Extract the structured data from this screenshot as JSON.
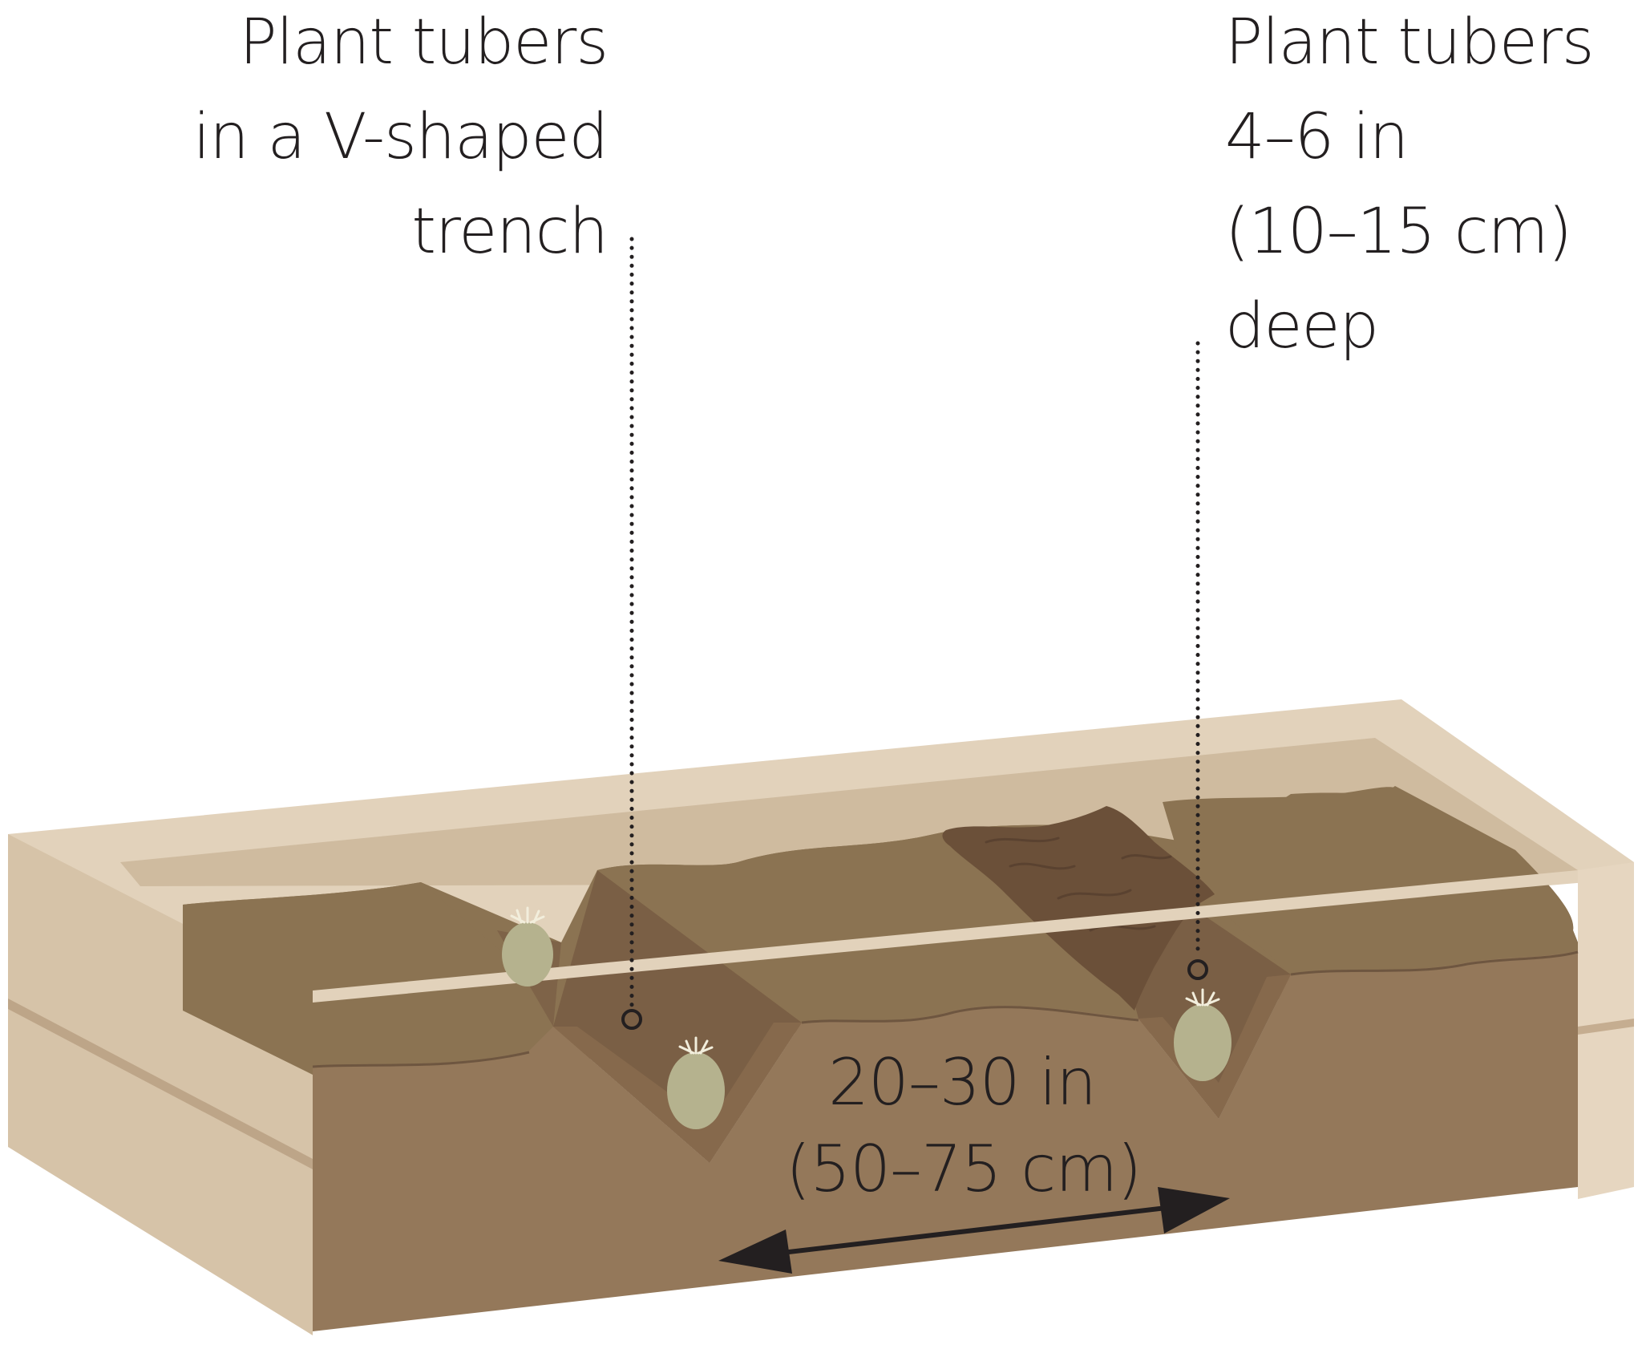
{
  "annotations": {
    "trench": {
      "lines": [
        "Plant tubers",
        "in a V-shaped",
        "trench"
      ]
    },
    "depth": {
      "lines": [
        "Plant tubers",
        "4–6 in",
        "(10–15 cm)",
        "deep"
      ]
    },
    "spacing": {
      "lines": [
        "20–30 in",
        "(50–75 cm)"
      ]
    }
  },
  "colors": {
    "frame_light": "#e5d6c0",
    "frame_mid": "#d9c6ad",
    "frame_inner": "#cdb99c",
    "soil_top": "#8b7352",
    "soil_front": "#94785a",
    "trench_wall": "#7a5f45",
    "dug_soil": "#6b5039",
    "tuber": "#b5b28e",
    "ink": "#231f20"
  }
}
